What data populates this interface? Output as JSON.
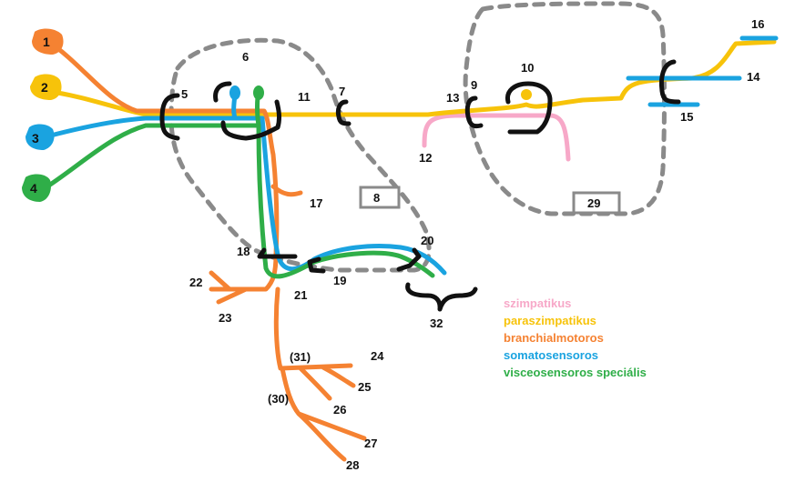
{
  "colors": {
    "sympathetic": "#f7a8c8",
    "parasympathetic": "#f7c30a",
    "branchiomotor": "#f58232",
    "somatosensory": "#1aa3e0",
    "visceral_special": "#2fae48",
    "ganglion": "#111111",
    "boundary": "#8a8a8a"
  },
  "nodes": [
    {
      "id": "n1",
      "label": "1",
      "color": "branchiomotor"
    },
    {
      "id": "n2",
      "label": "2",
      "color": "parasympathetic"
    },
    {
      "id": "n3",
      "label": "3",
      "color": "somatosensory"
    },
    {
      "id": "n4",
      "label": "4",
      "color": "visceral_special"
    }
  ],
  "labels": {
    "l5": "5",
    "l6": "6",
    "l7": "7",
    "l9": "9",
    "l10": "10",
    "l11": "11",
    "l12": "12",
    "l13": "13",
    "l14": "14",
    "l15": "15",
    "l16": "16",
    "l17": "17",
    "l18": "18",
    "l19": "19",
    "l20": "20",
    "l21": "21",
    "l22": "22",
    "l23": "23",
    "l24": "24",
    "l25": "25",
    "l26": "26",
    "l27": "27",
    "l28": "28",
    "l30": "(30)",
    "l31": "(31)",
    "l32": "32"
  },
  "boxes": {
    "b8": "8",
    "b29": "29"
  },
  "legend": [
    {
      "label": "szimpatikus",
      "color": "#f7a8c8"
    },
    {
      "label": "paraszimpatikus",
      "color": "#f7c30a"
    },
    {
      "label": "branchialmotoros",
      "color": "#f58232"
    },
    {
      "label": "somatosensoros",
      "color": "#1aa3e0"
    },
    {
      "label": "visceosensoros speciális",
      "color": "#2fae48"
    }
  ]
}
